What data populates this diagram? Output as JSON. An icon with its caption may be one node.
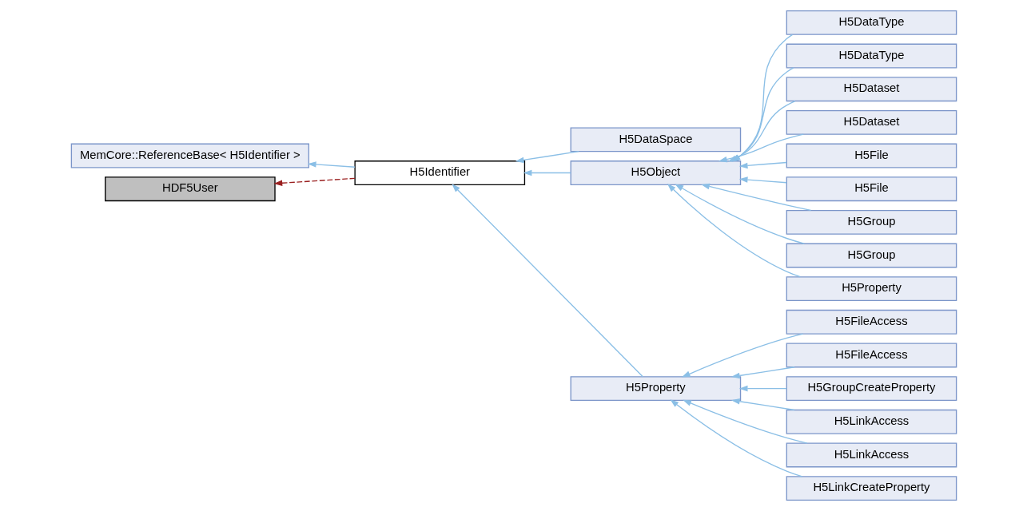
{
  "diagram": {
    "nodes": [
      {
        "text": [
          "MemCore::ReferenceBase< H5Identifier >"
        ]
      },
      {
        "text": [
          "HDF5User"
        ]
      },
      {
        "text": [
          "H5Identifier"
        ]
      },
      {
        "text": [
          "H5DataSpace"
        ]
      },
      {
        "text": [
          "H5Object"
        ]
      },
      {
        "text": [
          "H5Property"
        ]
      },
      {
        "text": [
          "H5DataType"
        ]
      },
      {
        "text": [
          "H5DataType"
        ]
      },
      {
        "text": [
          "H5Dataset"
        ]
      },
      {
        "text": [
          "H5Dataset"
        ]
      },
      {
        "text": [
          "H5File"
        ]
      },
      {
        "text": [
          "H5File"
        ]
      },
      {
        "text": [
          "H5Group"
        ]
      },
      {
        "text": [
          "H5Group"
        ]
      },
      {
        "text": [
          "H5Property"
        ]
      },
      {
        "text": [
          "H5FileAccess"
        ]
      },
      {
        "text": [
          "H5FileAccess"
        ]
      },
      {
        "text": [
          "H5GroupCreateProperty"
        ]
      },
      {
        "text": [
          "H5LinkAccess"
        ]
      },
      {
        "text": [
          "H5LinkAccess"
        ]
      },
      {
        "text": [
          "H5LinkCreateProperty"
        ]
      }
    ],
    "edges": [
      {
        "from": 2,
        "to": 0,
        "arrow": "to"
      },
      {
        "from": 2,
        "to": 1,
        "arrow": "to",
        "style": "dashed",
        "color": "#9a2020"
      },
      {
        "from": 3,
        "to": 2,
        "arrow": "to"
      },
      {
        "from": 4,
        "to": 2,
        "arrow": "to"
      },
      {
        "from": 5,
        "to": 2,
        "arrow": "to"
      },
      {
        "from": 6,
        "to": 4,
        "arrow": "to"
      },
      {
        "from": 7,
        "to": 4,
        "arrow": "to"
      },
      {
        "from": 8,
        "to": 4,
        "arrow": "to"
      },
      {
        "from": 9,
        "to": 4,
        "arrow": "to"
      },
      {
        "from": 10,
        "to": 4,
        "arrow": "to"
      },
      {
        "from": 11,
        "to": 4,
        "arrow": "to"
      },
      {
        "from": 12,
        "to": 4,
        "arrow": "to"
      },
      {
        "from": 13,
        "to": 4,
        "arrow": "to"
      },
      {
        "from": 14,
        "to": 4,
        "arrow": "to"
      },
      {
        "from": 15,
        "to": 5,
        "arrow": "to"
      },
      {
        "from": 16,
        "to": 5,
        "arrow": "to"
      },
      {
        "from": 17,
        "to": 5,
        "arrow": "to"
      },
      {
        "from": 18,
        "to": 5,
        "arrow": "to"
      },
      {
        "from": 19,
        "to": 5,
        "arrow": "to"
      },
      {
        "from": 20,
        "to": 5,
        "arrow": "to"
      }
    ]
  }
}
